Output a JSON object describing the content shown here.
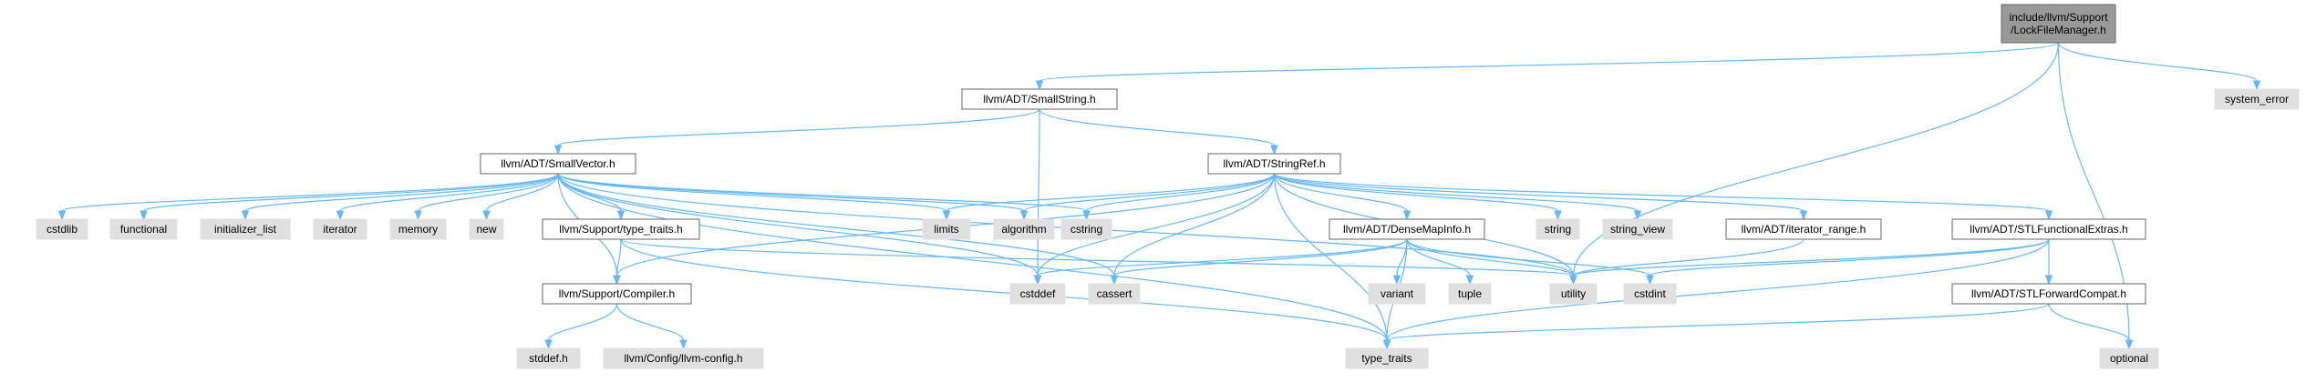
{
  "nodes": [
    {
      "id": "root",
      "lines": [
        "include/llvm/Support",
        "/LockFileManager.h"
      ],
      "kind": "root"
    },
    {
      "id": "smallstring",
      "lines": [
        "llvm/ADT/SmallString.h"
      ],
      "kind": "doc"
    },
    {
      "id": "system_error",
      "lines": [
        "system_error"
      ],
      "kind": "sys"
    },
    {
      "id": "smallvector",
      "lines": [
        "llvm/ADT/SmallVector.h"
      ],
      "kind": "doc"
    },
    {
      "id": "stringref",
      "lines": [
        "llvm/ADT/StringRef.h"
      ],
      "kind": "doc"
    },
    {
      "id": "cstdlib",
      "lines": [
        "cstdlib"
      ],
      "kind": "sys"
    },
    {
      "id": "functional",
      "lines": [
        "functional"
      ],
      "kind": "sys"
    },
    {
      "id": "initializer_list",
      "lines": [
        "initializer_list"
      ],
      "kind": "sys"
    },
    {
      "id": "iterator",
      "lines": [
        "iterator"
      ],
      "kind": "sys"
    },
    {
      "id": "memory",
      "lines": [
        "memory"
      ],
      "kind": "sys"
    },
    {
      "id": "new",
      "lines": [
        "new"
      ],
      "kind": "sys"
    },
    {
      "id": "type_traits_h",
      "lines": [
        "llvm/Support/type_traits.h"
      ],
      "kind": "doc"
    },
    {
      "id": "limits",
      "lines": [
        "limits"
      ],
      "kind": "sys"
    },
    {
      "id": "algorithm",
      "lines": [
        "algorithm"
      ],
      "kind": "sys"
    },
    {
      "id": "cstring",
      "lines": [
        "cstring"
      ],
      "kind": "sys"
    },
    {
      "id": "densemapinfo",
      "lines": [
        "llvm/ADT/DenseMapInfo.h"
      ],
      "kind": "doc"
    },
    {
      "id": "string",
      "lines": [
        "string"
      ],
      "kind": "sys"
    },
    {
      "id": "string_view",
      "lines": [
        "string_view"
      ],
      "kind": "sys"
    },
    {
      "id": "iterator_range",
      "lines": [
        "llvm/ADT/iterator_range.h"
      ],
      "kind": "doc"
    },
    {
      "id": "stlfunctional",
      "lines": [
        "llvm/ADT/STLFunctionalExtras.h"
      ],
      "kind": "doc"
    },
    {
      "id": "compiler",
      "lines": [
        "llvm/Support/Compiler.h"
      ],
      "kind": "doc"
    },
    {
      "id": "cstddef",
      "lines": [
        "cstddef"
      ],
      "kind": "sys"
    },
    {
      "id": "cassert",
      "lines": [
        "cassert"
      ],
      "kind": "sys"
    },
    {
      "id": "utility",
      "lines": [
        "utility"
      ],
      "kind": "sys"
    },
    {
      "id": "variant",
      "lines": [
        "variant"
      ],
      "kind": "sys"
    },
    {
      "id": "tuple",
      "lines": [
        "tuple"
      ],
      "kind": "sys"
    },
    {
      "id": "cstdint",
      "lines": [
        "cstdint"
      ],
      "kind": "sys"
    },
    {
      "id": "stlforward",
      "lines": [
        "llvm/ADT/STLForwardCompat.h"
      ],
      "kind": "doc"
    },
    {
      "id": "stddef_h",
      "lines": [
        "stddef.h"
      ],
      "kind": "sys"
    },
    {
      "id": "llvm_config",
      "lines": [
        "llvm/Config/llvm-config.h"
      ],
      "kind": "sys"
    },
    {
      "id": "type_traits",
      "lines": [
        "type_traits"
      ],
      "kind": "sys"
    },
    {
      "id": "optional",
      "lines": [
        "optional"
      ],
      "kind": "sys"
    }
  ],
  "edges": [
    [
      "root",
      "smallstring"
    ],
    [
      "root",
      "system_error"
    ],
    [
      "root",
      "utility"
    ],
    [
      "root",
      "optional"
    ],
    [
      "smallstring",
      "smallvector"
    ],
    [
      "smallstring",
      "stringref"
    ],
    [
      "smallstring",
      "cstddef"
    ],
    [
      "smallvector",
      "compiler"
    ],
    [
      "smallvector",
      "type_traits_h"
    ],
    [
      "smallvector",
      "algorithm"
    ],
    [
      "smallvector",
      "cassert"
    ],
    [
      "smallvector",
      "cstddef"
    ],
    [
      "smallvector",
      "cstdlib"
    ],
    [
      "smallvector",
      "cstring"
    ],
    [
      "smallvector",
      "functional"
    ],
    [
      "smallvector",
      "initializer_list"
    ],
    [
      "smallvector",
      "iterator"
    ],
    [
      "smallvector",
      "limits"
    ],
    [
      "smallvector",
      "memory"
    ],
    [
      "smallvector",
      "new"
    ],
    [
      "smallvector",
      "type_traits"
    ],
    [
      "smallvector",
      "utility"
    ],
    [
      "stringref",
      "densemapinfo"
    ],
    [
      "stringref",
      "iterator_range"
    ],
    [
      "stringref",
      "stlfunctional"
    ],
    [
      "stringref",
      "compiler"
    ],
    [
      "stringref",
      "algorithm"
    ],
    [
      "stringref",
      "cassert"
    ],
    [
      "stringref",
      "cstddef"
    ],
    [
      "stringref",
      "cstring"
    ],
    [
      "stringref",
      "limits"
    ],
    [
      "stringref",
      "string"
    ],
    [
      "stringref",
      "string_view"
    ],
    [
      "stringref",
      "type_traits"
    ],
    [
      "stringref",
      "utility"
    ],
    [
      "type_traits_h",
      "compiler"
    ],
    [
      "type_traits_h",
      "type_traits"
    ],
    [
      "type_traits_h",
      "utility"
    ],
    [
      "compiler",
      "stddef_h"
    ],
    [
      "compiler",
      "llvm_config"
    ],
    [
      "densemapinfo",
      "cassert"
    ],
    [
      "densemapinfo",
      "cstddef"
    ],
    [
      "densemapinfo",
      "cstdint"
    ],
    [
      "densemapinfo",
      "tuple"
    ],
    [
      "densemapinfo",
      "type_traits"
    ],
    [
      "densemapinfo",
      "utility"
    ],
    [
      "densemapinfo",
      "variant"
    ],
    [
      "iterator_range",
      "utility"
    ],
    [
      "stlfunctional",
      "stlforward"
    ],
    [
      "stlfunctional",
      "cstdint"
    ],
    [
      "stlfunctional",
      "type_traits"
    ],
    [
      "stlfunctional",
      "utility"
    ],
    [
      "stlforward",
      "optional"
    ],
    [
      "stlforward",
      "type_traits"
    ]
  ],
  "colors": {
    "edge": "#63b8ff",
    "doc_fill": "#ffffff",
    "doc_stroke": "#666666",
    "sys_fill": "#e0e0e0",
    "root_fill": "#999999"
  }
}
